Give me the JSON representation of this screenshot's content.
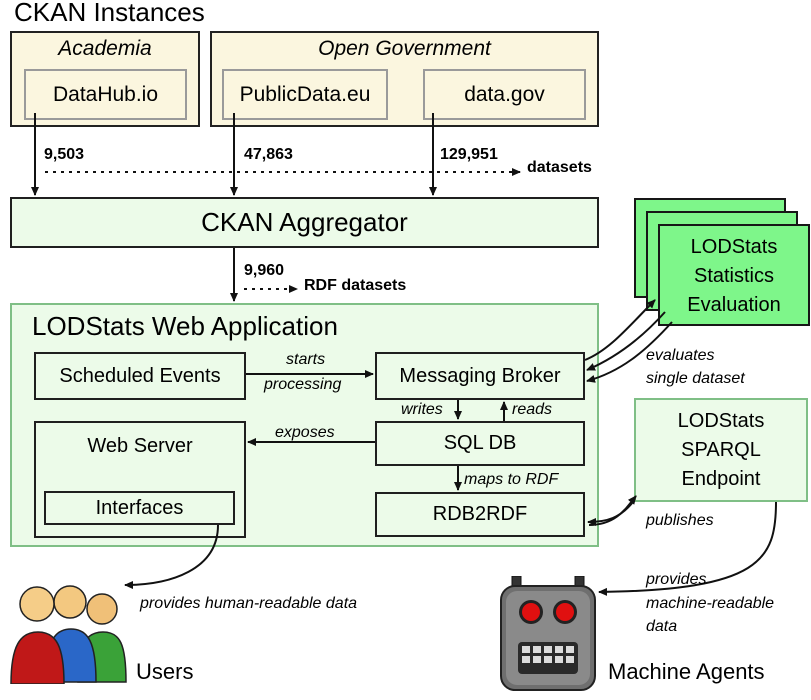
{
  "title": "CKAN Instances",
  "groups": {
    "academia": {
      "label": "Academia",
      "instance": "DataHub.io"
    },
    "open_government": {
      "label": "Open Government",
      "instances": [
        "PublicData.eu",
        "data.gov"
      ]
    }
  },
  "counts": {
    "datahub": "9,503",
    "publicdata": "47,863",
    "datagov": "129,951",
    "datasets_label": "datasets",
    "aggregated": "9,960",
    "rdf_label": "RDF datasets"
  },
  "aggregator": "CKAN Aggregator",
  "webapp": {
    "title": "LODStats Web Application",
    "scheduled_events": "Scheduled Events",
    "messaging_broker": "Messaging Broker",
    "web_server": "Web Server",
    "interfaces": "Interfaces",
    "sql_db": "SQL DB",
    "rdb2rdf": "RDB2RDF"
  },
  "edges": {
    "starts": "starts",
    "processing": "processing",
    "writes": "writes",
    "reads": "reads",
    "exposes": "exposes",
    "maps_to_rdf": "maps to RDF",
    "evaluates": "evaluates",
    "single_dataset": "single dataset",
    "publishes": "publishes",
    "provides_human": "provides human-readable data",
    "provides": "provides",
    "machine_readable": "machine-readable",
    "data": "data"
  },
  "statistics": {
    "line1": "LODStats",
    "line2": "Statistics",
    "line3": "Evaluation"
  },
  "sparql": {
    "line1": "LODStats",
    "line2": "SPARQL",
    "line3": "Endpoint"
  },
  "actors": {
    "users": "Users",
    "machine_agents": "Machine Agents"
  },
  "colors": {
    "cream": "#fbf6df",
    "mint": "#ecfbe9",
    "statistics_green": "#7ef68a",
    "robot_red": "#e01010",
    "user_red": "#c01818",
    "user_blue": "#2a67c8",
    "user_green": "#3aa238"
  },
  "icons": [
    "users-icon",
    "robot-icon"
  ]
}
